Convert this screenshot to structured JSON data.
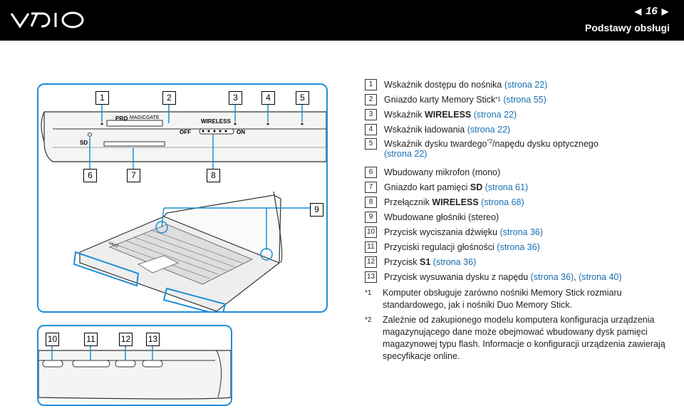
{
  "header": {
    "page_number": "16",
    "section_title": "Podstawy obsługi",
    "logo_icon": "vaio-logo",
    "prev_icon": "prev-page-arrow-icon",
    "next_icon": "next-page-arrow-icon"
  },
  "figure": {
    "callouts_top": [
      "1",
      "2",
      "3",
      "4",
      "5"
    ],
    "callouts_mid": [
      "6",
      "7",
      "8"
    ],
    "callout_speaker": "9",
    "callouts_bottom": [
      "10",
      "11",
      "12",
      "13"
    ],
    "panel_labels": {
      "pro": "PRO",
      "magicgate": "MAGICGATE",
      "wireless": "WIRELESS",
      "off": "OFF",
      "on": "ON",
      "sd": "SD",
      "vaio": "VAIO"
    },
    "accent_color": "#1e8fd6"
  },
  "items": [
    {
      "n": "1",
      "text": "Wskaźnik dostępu do nośnika",
      "link": "(strona 22)"
    },
    {
      "n": "2",
      "text": "Gniazdo karty Memory Stick",
      "sup": "*1",
      "link": "(strona 55)"
    },
    {
      "n": "3",
      "text": "Wskaźnik",
      "bold": "WIRELESS",
      "link": "(strona 22)"
    },
    {
      "n": "4",
      "text": "Wskaźnik ładowania",
      "link": "(strona 22)"
    },
    {
      "n": "5",
      "text": "Wskaźnik dysku twardego",
      "sup": "*2",
      "text2": "/napędu dysku optycznego",
      "link": "(strona 22)"
    },
    {
      "n": "6",
      "text": "Wbudowany mikrofon (mono)"
    },
    {
      "n": "7",
      "text": "Gniazdo kart pamięci",
      "bold": "SD",
      "link": "(strona 61)"
    },
    {
      "n": "8",
      "text": "Przełącznik",
      "bold": "WIRELESS",
      "link": "(strona 68)"
    },
    {
      "n": "9",
      "text": "Wbudowane głośniki (stereo)"
    },
    {
      "n": "10",
      "text": "Przycisk wyciszania dźwięku",
      "link": "(strona 36)"
    },
    {
      "n": "11",
      "text": "Przyciski regulacji głośności",
      "link": "(strona 36)"
    },
    {
      "n": "12",
      "text": "Przycisk",
      "bold": "S1",
      "link": "(strona 36)"
    },
    {
      "n": "13",
      "text": "Przycisk wysuwania dysku z napędu",
      "link": "(strona 36)",
      "link2": "(strona 40)"
    }
  ],
  "notes": [
    {
      "mark": "*1",
      "text": "Komputer obsługuje zarówno nośniki Memory Stick rozmiaru standardowego, jak i nośniki Duo Memory Stick."
    },
    {
      "mark": "*2",
      "text": "Zależnie od zakupionego modelu komputera konfiguracja urządzenia magazynującego dane może obejmować wbudowany dysk pamięci magazynowej typu flash. Informacje o konfiguracji urządzenia zawierają specyfikacje online."
    }
  ]
}
